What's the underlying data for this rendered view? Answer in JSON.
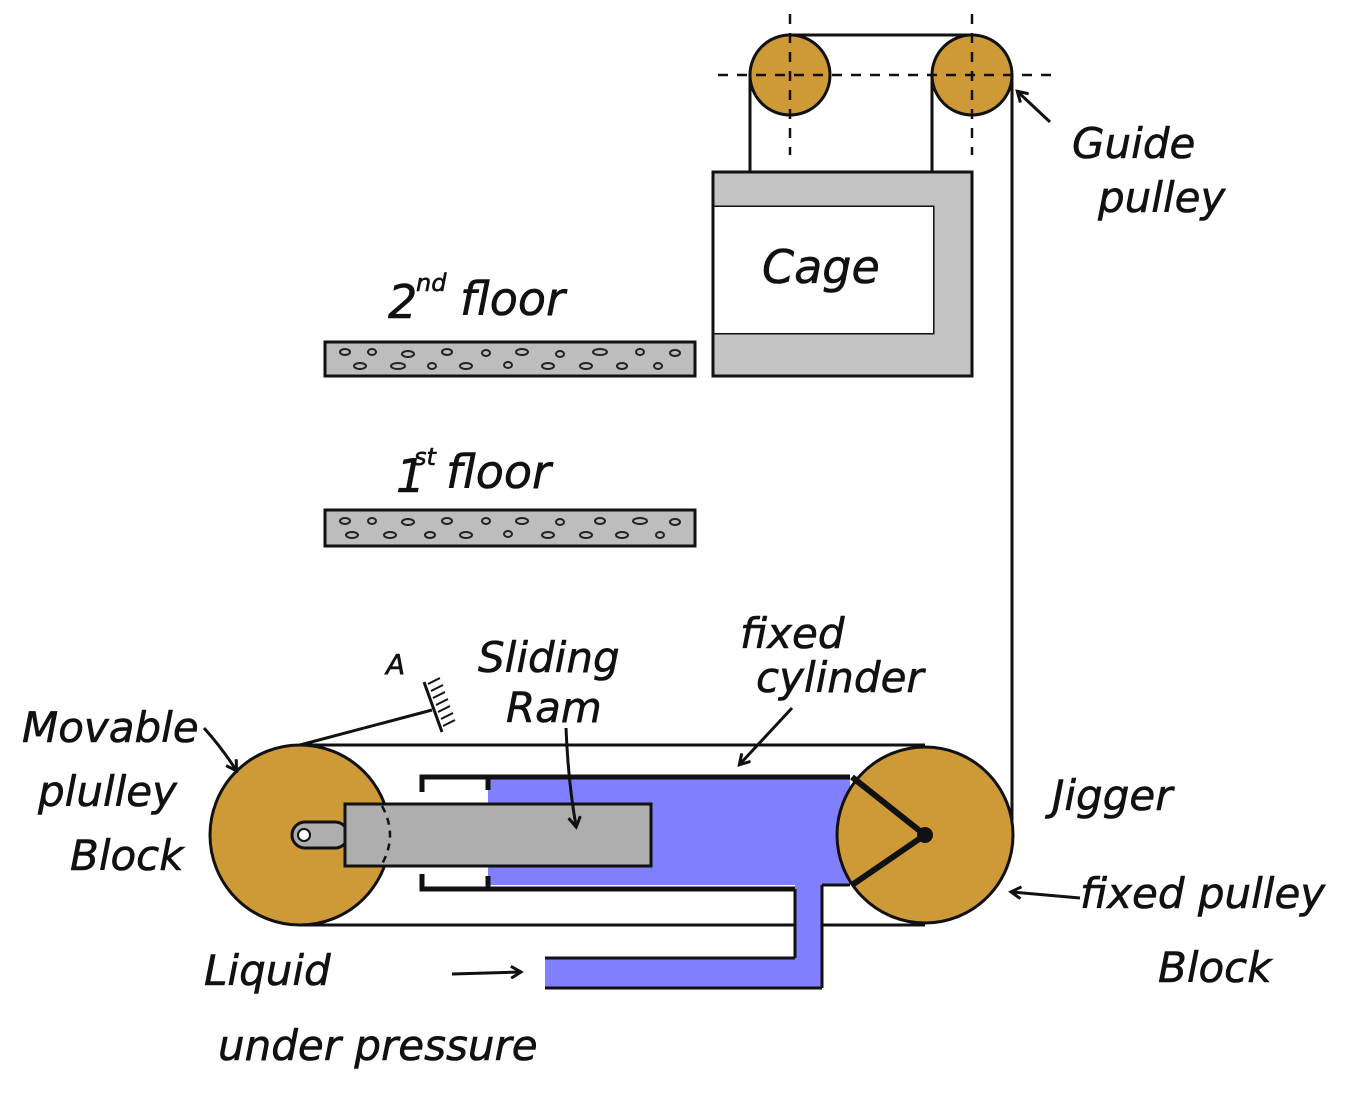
{
  "labels": {
    "guide_pulley_line1": "Guide",
    "guide_pulley_line2": "pulley",
    "cage": "Cage",
    "second_floor_num": "2",
    "second_floor_sup": "nd",
    "second_floor_word": "floor",
    "first_floor_num": "1",
    "first_floor_sup": "st",
    "first_floor_word": "floor",
    "point_a": "A",
    "sliding_ram_line1": "Sliding",
    "sliding_ram_line2": "Ram",
    "fixed_cylinder_line1": "fixed",
    "fixed_cylinder_line2": "cylinder",
    "movable_pulley_line1": "Movable",
    "movable_pulley_line2": "plulley",
    "movable_pulley_line3": "Block",
    "jigger": "Jigger",
    "fixed_pulley_line1": "fixed pulley",
    "fixed_pulley_line2": "Block",
    "liquid_line1": "Liquid",
    "liquid_line2": "under pressure"
  },
  "colors": {
    "pulley": "#CE9A38",
    "liquid": "#8080FF",
    "ram": "#AEAEAE",
    "cage_frame": "#C4C4C4",
    "floor_slab": "#BDBDBD",
    "ink": "#111111"
  }
}
